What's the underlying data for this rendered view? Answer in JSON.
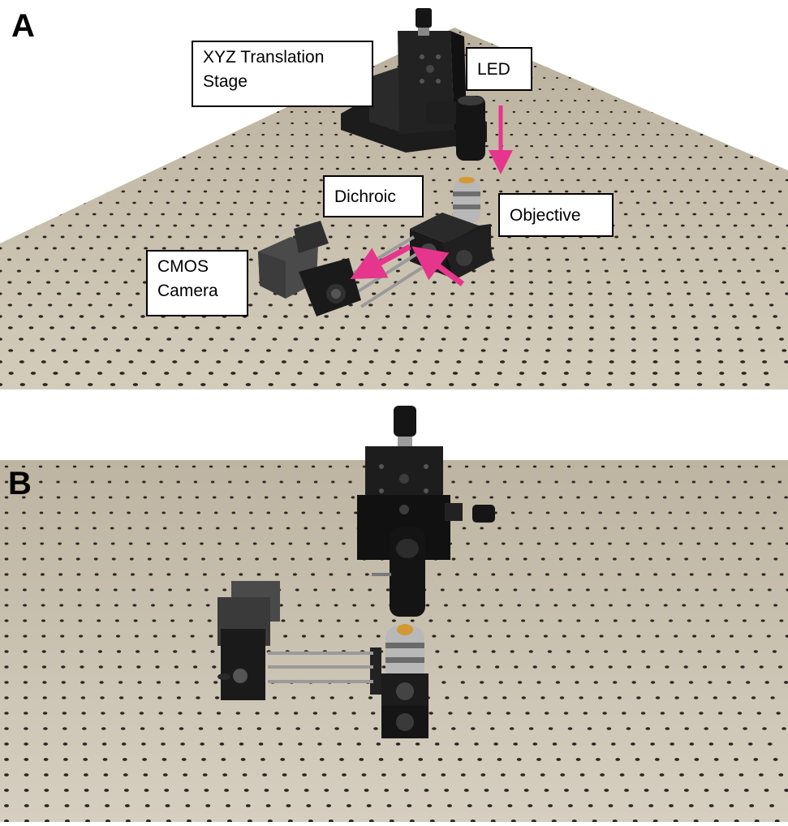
{
  "panels": [
    {
      "letter": "A",
      "labels": {
        "stage_line1": "XYZ Translation",
        "stage_line2": "Stage",
        "led": "LED",
        "dichroic": "Dichroic",
        "objective": "Objective",
        "camera_line1": "CMOS",
        "camera_line2": "Camera"
      }
    },
    {
      "letter": "B"
    }
  ],
  "colors": {
    "arrow": "#e6358c",
    "table_top": "#c9c0ad",
    "table_hole": "#2a2724",
    "hardware": "#1c1c1c",
    "hardware_face": "#333333",
    "rod": "#9a9a9a",
    "objective": "#b8b8b8"
  }
}
